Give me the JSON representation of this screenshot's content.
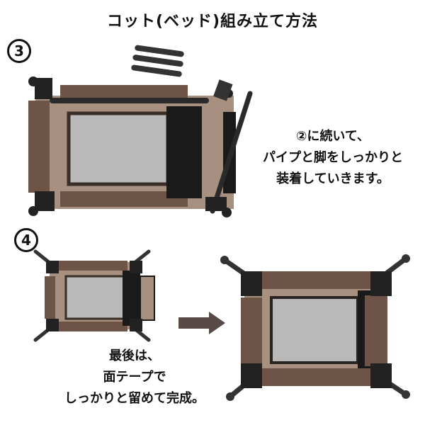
{
  "title": "コット(ベッド)組み立て方法",
  "steps": [
    {
      "number": "3",
      "caption_lines": [
        "②に続いて、",
        "パイプと脚をしっかりと",
        "装着していきます。"
      ]
    },
    {
      "number": "4",
      "caption_lines": [
        "最後は、",
        "面テープで",
        "しっかりと留めて完成。"
      ]
    }
  ],
  "colors": {
    "fabric_dark": "#6e5446",
    "fabric_light": "#a89080",
    "mesh": "#b9b9b9",
    "frame": "#222222",
    "velcro": "#1a1a1a",
    "arrow": "#574a47"
  }
}
